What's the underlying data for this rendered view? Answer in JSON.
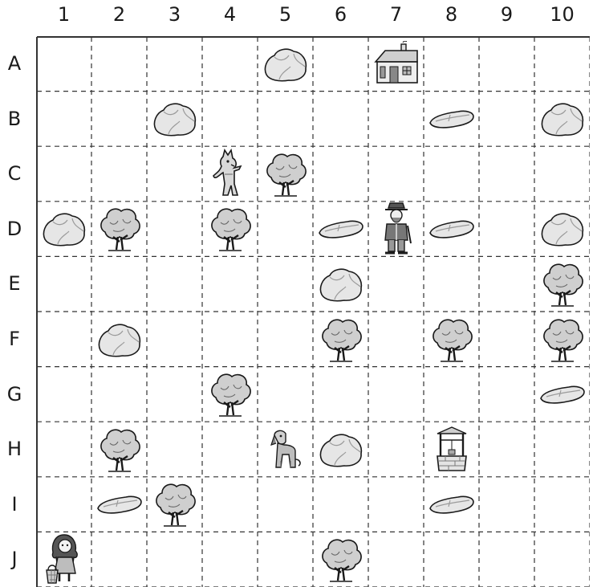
{
  "columns": [
    "1",
    "2",
    "3",
    "4",
    "5",
    "6",
    "7",
    "8",
    "9",
    "10"
  ],
  "rows": [
    "A",
    "B",
    "C",
    "D",
    "E",
    "F",
    "G",
    "H",
    "I",
    "J"
  ],
  "pieces": [
    {
      "row": "A",
      "col": "5",
      "kind": "boulder"
    },
    {
      "row": "A",
      "col": "7",
      "kind": "house"
    },
    {
      "row": "B",
      "col": "3",
      "kind": "boulder"
    },
    {
      "row": "B",
      "col": "8",
      "kind": "flat-stone"
    },
    {
      "row": "B",
      "col": "10",
      "kind": "boulder"
    },
    {
      "row": "C",
      "col": "4",
      "kind": "wolf"
    },
    {
      "row": "C",
      "col": "5",
      "kind": "tree"
    },
    {
      "row": "D",
      "col": "1",
      "kind": "boulder"
    },
    {
      "row": "D",
      "col": "2",
      "kind": "tree"
    },
    {
      "row": "D",
      "col": "4",
      "kind": "tree"
    },
    {
      "row": "D",
      "col": "6",
      "kind": "flat-stone"
    },
    {
      "row": "D",
      "col": "7",
      "kind": "woodcutter"
    },
    {
      "row": "D",
      "col": "8",
      "kind": "flat-stone"
    },
    {
      "row": "D",
      "col": "10",
      "kind": "boulder"
    },
    {
      "row": "E",
      "col": "6",
      "kind": "boulder"
    },
    {
      "row": "E",
      "col": "10",
      "kind": "tree"
    },
    {
      "row": "F",
      "col": "2",
      "kind": "boulder"
    },
    {
      "row": "F",
      "col": "6",
      "kind": "tree"
    },
    {
      "row": "F",
      "col": "8",
      "kind": "tree"
    },
    {
      "row": "F",
      "col": "10",
      "kind": "tree"
    },
    {
      "row": "G",
      "col": "4",
      "kind": "tree"
    },
    {
      "row": "G",
      "col": "10",
      "kind": "flat-stone"
    },
    {
      "row": "H",
      "col": "2",
      "kind": "tree"
    },
    {
      "row": "H",
      "col": "5",
      "kind": "dog"
    },
    {
      "row": "H",
      "col": "6",
      "kind": "boulder"
    },
    {
      "row": "H",
      "col": "8",
      "kind": "well"
    },
    {
      "row": "I",
      "col": "2",
      "kind": "flat-stone"
    },
    {
      "row": "I",
      "col": "3",
      "kind": "tree"
    },
    {
      "row": "I",
      "col": "8",
      "kind": "flat-stone"
    },
    {
      "row": "J",
      "col": "1",
      "kind": "little-red-riding-hood"
    },
    {
      "row": "J",
      "col": "6",
      "kind": "tree"
    }
  ],
  "colors": {
    "ink": "#1a1a1a",
    "grid": "#333333",
    "stone": "#e6e6e6",
    "foliage": "#cfcfcf"
  }
}
